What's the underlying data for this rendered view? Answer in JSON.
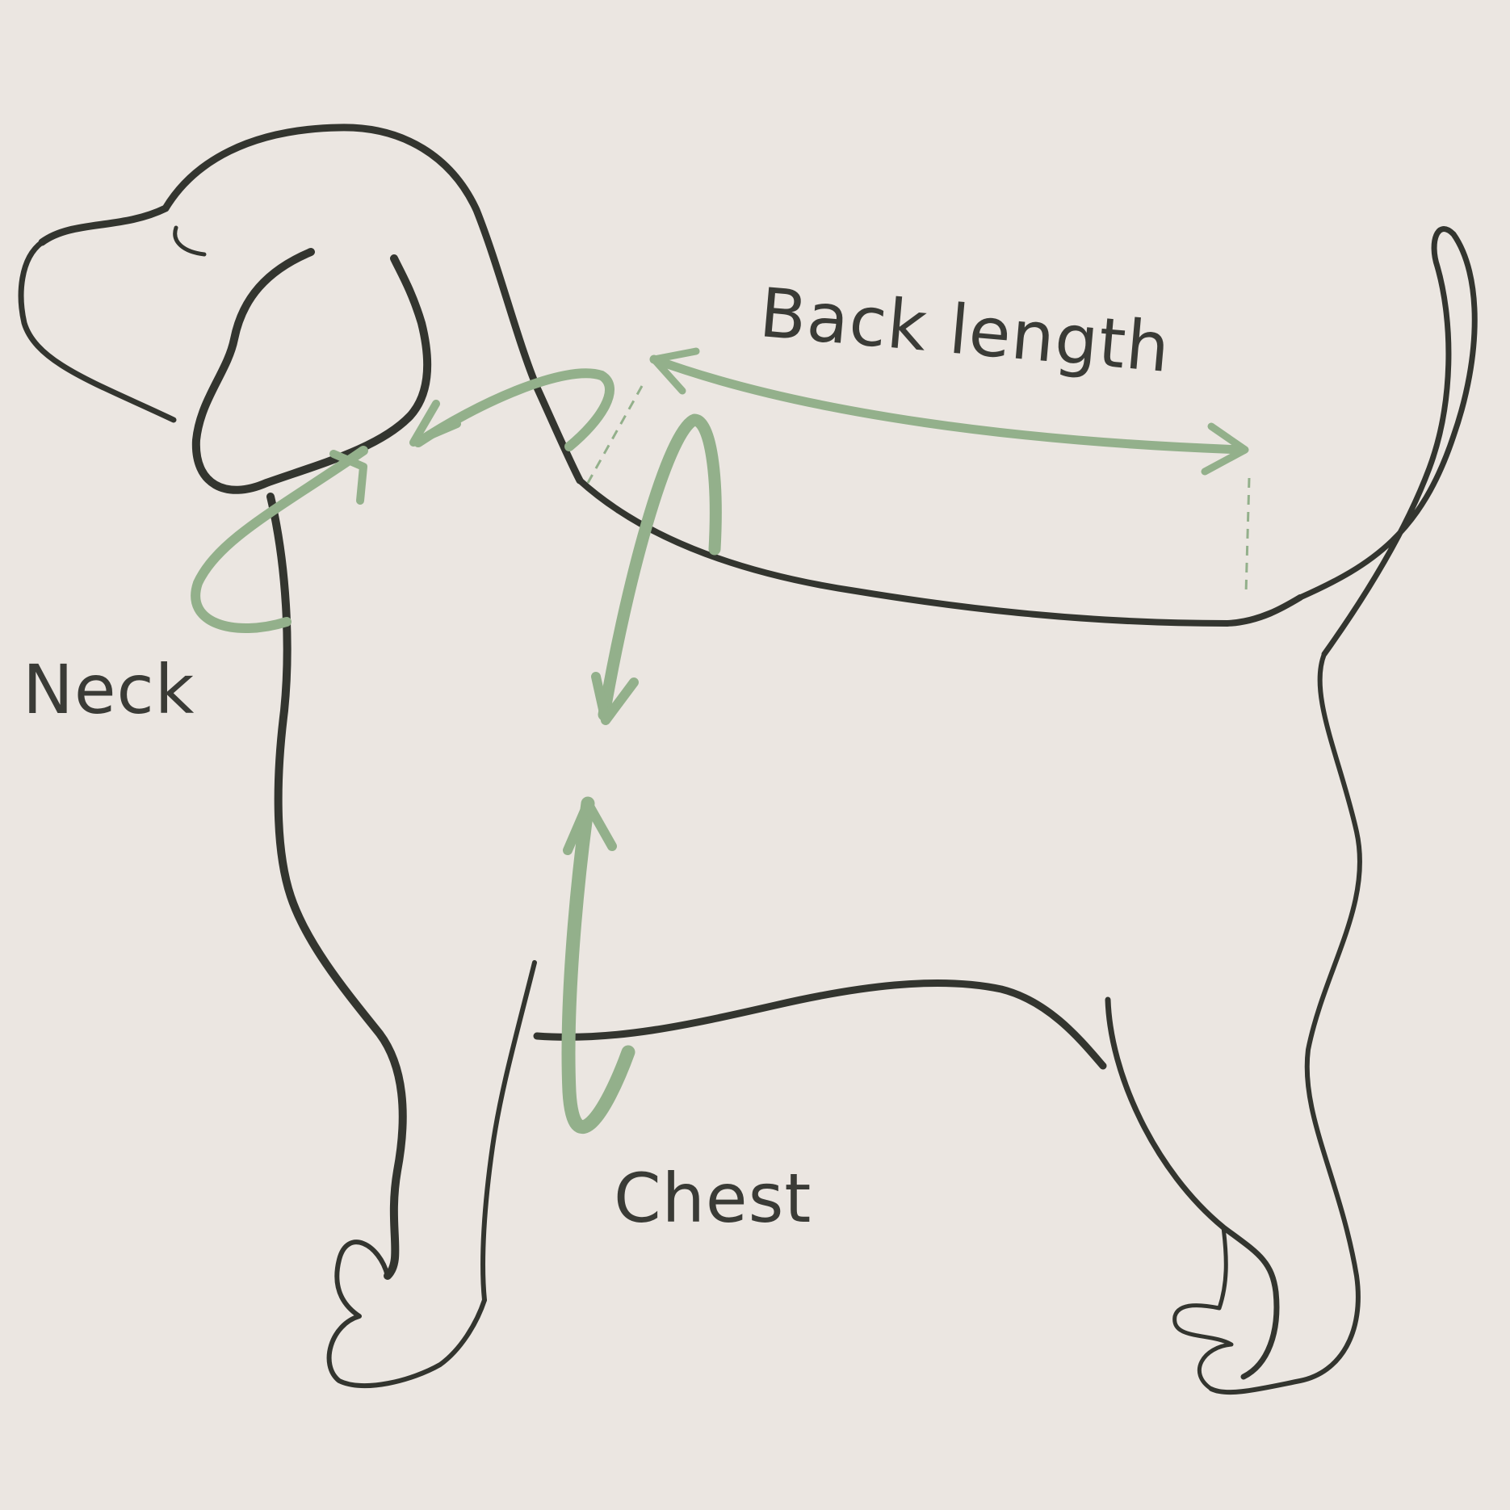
{
  "labels": {
    "back_length": "Back length",
    "neck": "Neck",
    "chest": "Chest"
  },
  "colors": {
    "background": "#ebe6e1",
    "outline": "#33352f",
    "measure_arrows": "#93b08b",
    "text": "#3a3b36"
  },
  "icons": {
    "dog": "dog-silhouette-icon",
    "neck_arrow": "circular-arrow-icon",
    "chest_arrow": "circular-arrow-icon",
    "back_arrow": "double-headed-arrow-icon"
  }
}
